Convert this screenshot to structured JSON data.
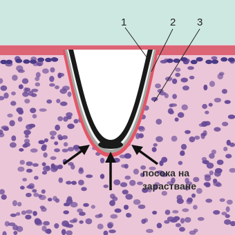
{
  "labels": {
    "layer_1": "1",
    "layer_2": "2",
    "layer_3": "3"
  },
  "caption": {
    "line1": "посока на",
    "line2": "зарастване"
  },
  "colors": {
    "background": "#cde8e1",
    "tissue": "#ebc6d8",
    "nucleus": "#6a4a97",
    "basal_nucleus": "#4a3a86",
    "epidermis_band": "#d95a6a",
    "layer_black": "#1a1a1a",
    "layer_white": "#f2f2f2",
    "layer_grey": "#a4a7a4",
    "layer_red": "#e25567",
    "arrow": "#111111"
  }
}
